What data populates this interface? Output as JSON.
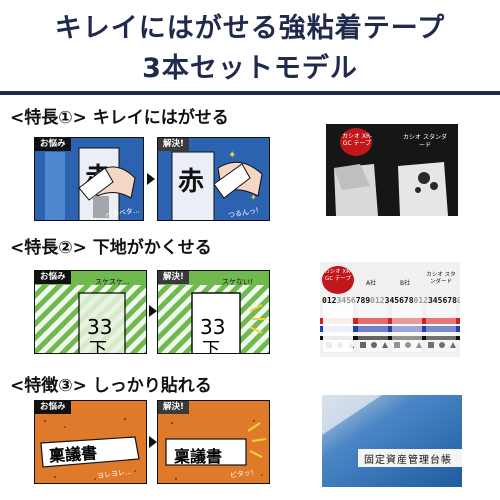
{
  "header": {
    "line1": "キレイにはがせる強粘着テープ",
    "line2": "3本セットモデル"
  },
  "sections": [
    {
      "heading": "<特長①> キレイにはがせる",
      "problem_tag": "お悩み",
      "solution_tag": "解決!",
      "problem_sfx": "ベタベタ...",
      "solution_sfx": "つるんっ!",
      "photo_labels": [
        "カシオ XR-GC テープ",
        "カシオ スタンダード"
      ]
    },
    {
      "heading": "<特長②> 下地がかくせる",
      "problem_tag": "お悩み",
      "solution_tag": "解決!",
      "problem_caption": "スケスケ...",
      "solution_caption": "スケない!",
      "number_text": "33",
      "under_char": "下",
      "photo_labels": [
        "カシオ XR-GC テープ",
        "A社",
        "B社",
        "カシオ スタンダード"
      ],
      "photo_digits": [
        "012",
        "3456",
        "789",
        "012",
        "345",
        "678",
        "012",
        "345",
        "678",
        "012",
        "345"
      ]
    },
    {
      "heading": "<特徴③> しっかり貼れる",
      "problem_tag": "お悩み",
      "solution_tag": "解決!",
      "problem_label": "稟議書",
      "solution_label": "稟議書",
      "problem_sfx": "ヨレヨレ...",
      "solution_sfx": "ピタッ!",
      "photo_label": "固定資産管理台帳"
    }
  ]
}
